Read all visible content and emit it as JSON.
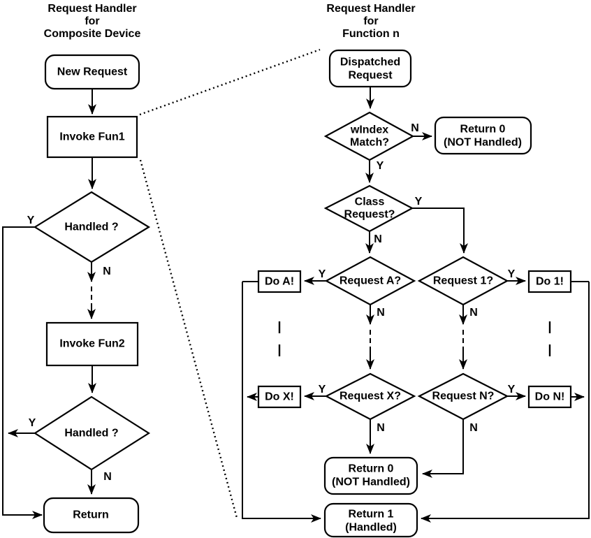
{
  "labels": {
    "yes": "Y",
    "no": "N"
  },
  "left_diagram": {
    "title": [
      "Request Handler",
      "for",
      "Composite Device"
    ],
    "new_request": "New Request",
    "invoke_fun1": "Invoke Fun1",
    "handled_1": "Handled ?",
    "invoke_fun2": "Invoke Fun2",
    "handled_2": "Handled ?",
    "return": "Return"
  },
  "right_diagram": {
    "title": [
      "Request Handler",
      "for",
      "Function n"
    ],
    "dispatched_request": [
      "Dispatched",
      "Request"
    ],
    "windex_match": [
      "wIndex",
      "Match?"
    ],
    "return0_top": [
      "Return 0",
      "(NOT Handled)"
    ],
    "class_request": [
      "Class",
      "Request?"
    ],
    "request_a": "Request A?",
    "request_1": "Request 1?",
    "do_a": "Do A!",
    "do_1": "Do 1!",
    "request_x": "Request X?",
    "request_n": "Request N?",
    "do_x": "Do X!",
    "do_n": "Do N!",
    "return0_bottom": [
      "Return 0",
      "(NOT Handled)"
    ],
    "return_1": [
      "Return 1",
      "(Handled)"
    ]
  },
  "colors": {
    "stroke": "#000000",
    "background": "#ffffff",
    "text": "#000000"
  }
}
